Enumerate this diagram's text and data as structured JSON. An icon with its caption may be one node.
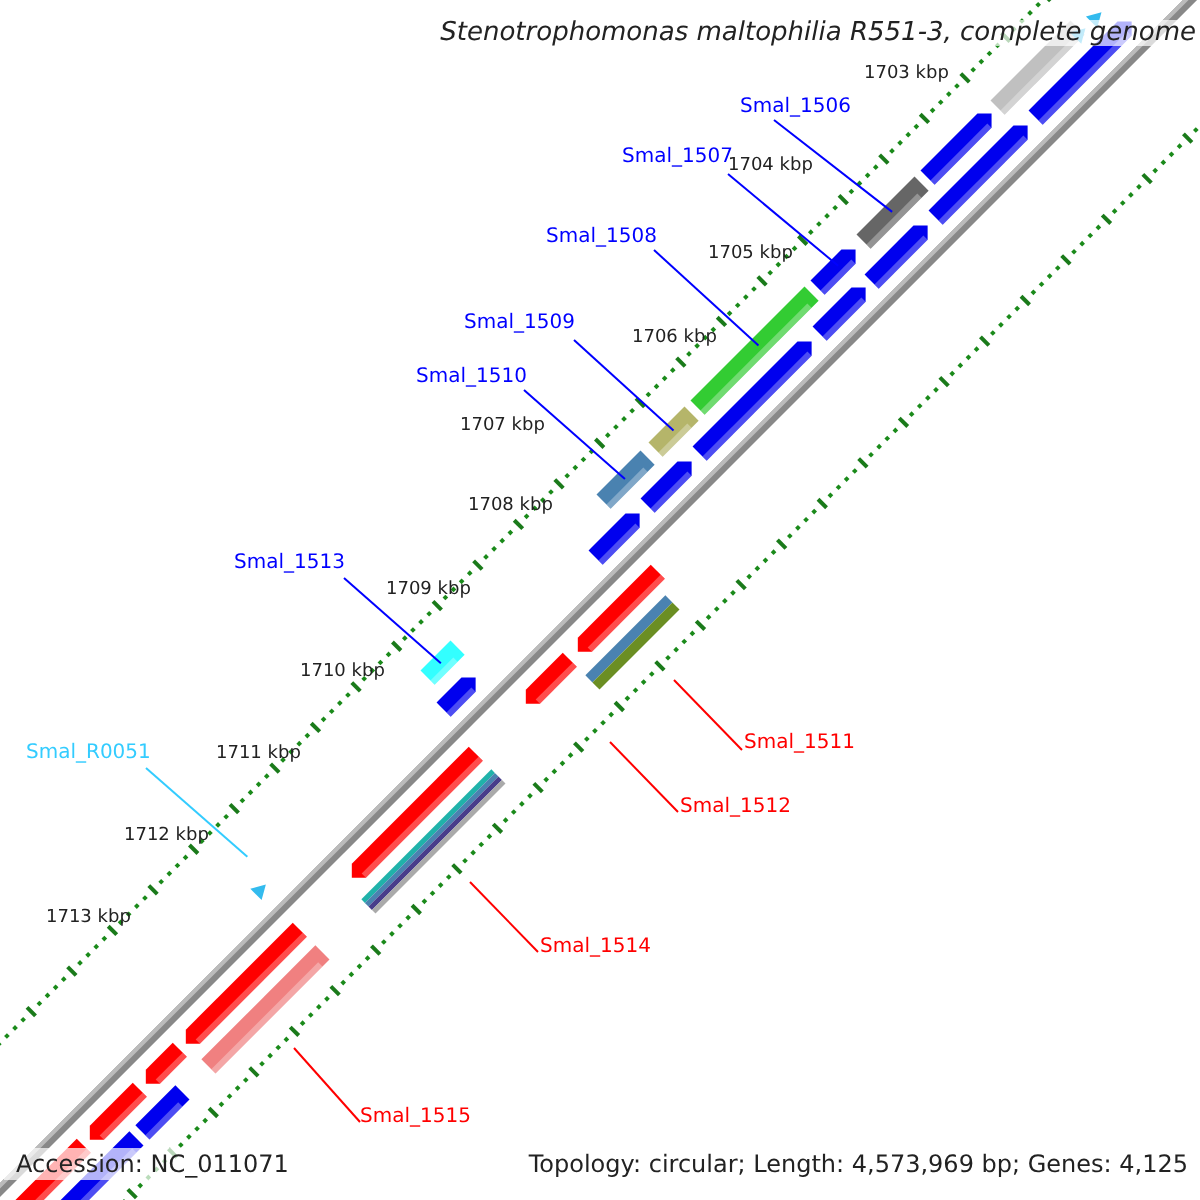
{
  "diagram": {
    "title": "Stenotrophomonas maltophilia R551-3, complete genome",
    "nodes": [
      {
        "text": [
          "Smal_1506"
        ]
      },
      {
        "text": [
          "Smal_1507"
        ]
      },
      {
        "text": [
          "Smal_1508"
        ]
      },
      {
        "text": [
          "Smal_1509"
        ]
      },
      {
        "text": [
          "Smal_1510"
        ]
      },
      {
        "text": [
          "Smal_1513"
        ]
      },
      {
        "text": [
          "Smal_1511"
        ]
      },
      {
        "text": [
          "Smal_R0051"
        ]
      },
      {
        "text": [
          "Smal_1512"
        ]
      },
      {
        "text": [
          "Smal_1514"
        ]
      },
      {
        "text": [
          "Smal_1515"
        ]
      }
    ],
    "edges": [
      {
        "from": 0,
        "to": null,
        "arrow": "none"
      },
      {
        "from": 1,
        "to": null,
        "arrow": "none"
      },
      {
        "from": 2,
        "to": null,
        "arrow": "none"
      },
      {
        "from": 3,
        "to": null,
        "arrow": "none"
      },
      {
        "from": 4,
        "to": null,
        "arrow": "none"
      },
      {
        "from": 5,
        "to": null,
        "arrow": "none"
      },
      {
        "from": 6,
        "to": null,
        "arrow": "none",
        "color": "#ff0000"
      },
      {
        "from": 7,
        "to": null,
        "arrow": "none",
        "color": "#33ccff"
      },
      {
        "from": 8,
        "to": null,
        "arrow": "none",
        "color": "#ff0000"
      },
      {
        "from": 9,
        "to": null,
        "arrow": "none",
        "color": "#ff0000"
      },
      {
        "from": 10,
        "to": null,
        "arrow": "none",
        "color": "#ff0000"
      }
    ],
    "labels": [
      "1703 kbp",
      "1704 kbp",
      "1705 kbp",
      "1706 kbp",
      "1707 kbp",
      "1708 kbp",
      "1709 kbp",
      "1710 kbp",
      "1711 kbp",
      "1712 kbp",
      "1713 kbp",
      "Accession: NC_011071",
      "Topology: circular; Length: 4,573,969 bp; Genes: 4,125"
    ]
  }
}
